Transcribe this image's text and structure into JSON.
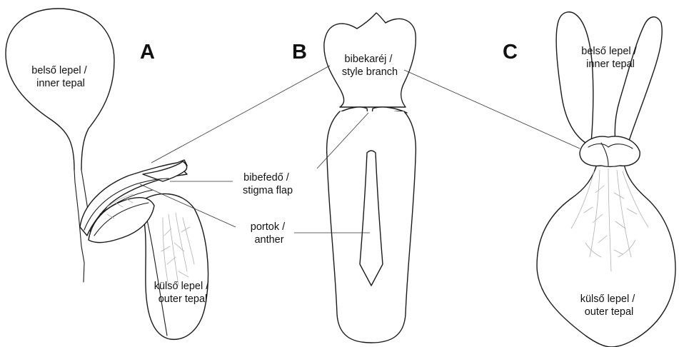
{
  "panels": {
    "a": "A",
    "b": "B",
    "c": "C"
  },
  "labels": {
    "inner_tepal_a": [
      "belső lepel /",
      "inner tepal"
    ],
    "style_branch": [
      "bibekaréj /",
      "style branch"
    ],
    "inner_tepal_c": [
      "belső lepel /",
      "inner tepal"
    ],
    "stigma_flap": [
      "bibefedő /",
      "stigma flap"
    ],
    "anther": [
      "portok /",
      "anther"
    ],
    "outer_tepal_a": [
      "külső lepel /",
      "outer tepal"
    ],
    "outer_tepal_c": [
      "külső lepel /",
      "outer tepal"
    ]
  },
  "colors": {
    "line": "#1a1a1a",
    "vein": "#b0b0b0",
    "background": "#ffffff"
  }
}
